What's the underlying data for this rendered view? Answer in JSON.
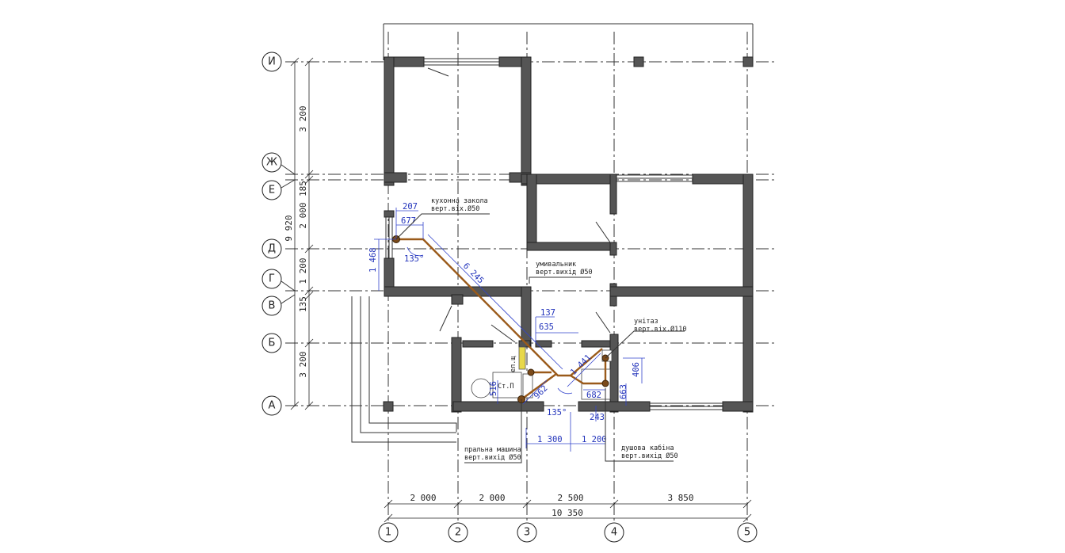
{
  "grid": {
    "rows": [
      "И",
      "Ж",
      "Е",
      "Д",
      "Г",
      "В",
      "Б",
      "А"
    ],
    "cols": [
      "1",
      "2",
      "3",
      "4",
      "5"
    ]
  },
  "dims": {
    "vertical": [
      "3 200",
      "185",
      "2 000",
      "1 200",
      "135",
      "3 200"
    ],
    "vertical_total": "9 920",
    "horizontal": [
      "2 000",
      "2 000",
      "2 500",
      "3 850"
    ],
    "horizontal_total": "10 350"
  },
  "pipe_dims": {
    "d207": "207",
    "d677": "677",
    "d1468": "1 468",
    "d6245": "6 245",
    "d137": "137",
    "d635": "635",
    "d1441": "1 441",
    "d406": "406",
    "d663": "663",
    "d682": "682",
    "d962": "962",
    "d516": "516",
    "d243": "243",
    "d1300": "1 300",
    "d1200": "1 200",
    "angle1": "135°",
    "angle2": "135°"
  },
  "notes": {
    "kitchen_l1": "кухонна закола",
    "kitchen_l2": "верт.віх.Ø50",
    "wash_l1": "умивальник",
    "wash_l2": "верт.вихід Ø50",
    "toilet_l1": "унітаз",
    "toilet_l2": "верт.віх.Ø110",
    "laundry_l1": "пральна машина",
    "laundry_l2": "верт.вихід Ø50",
    "shower_l1": "душова кабіна",
    "shower_l2": "верт.вихід Ø50",
    "boiler": "ел.щ",
    "bath": "Ст.П"
  }
}
